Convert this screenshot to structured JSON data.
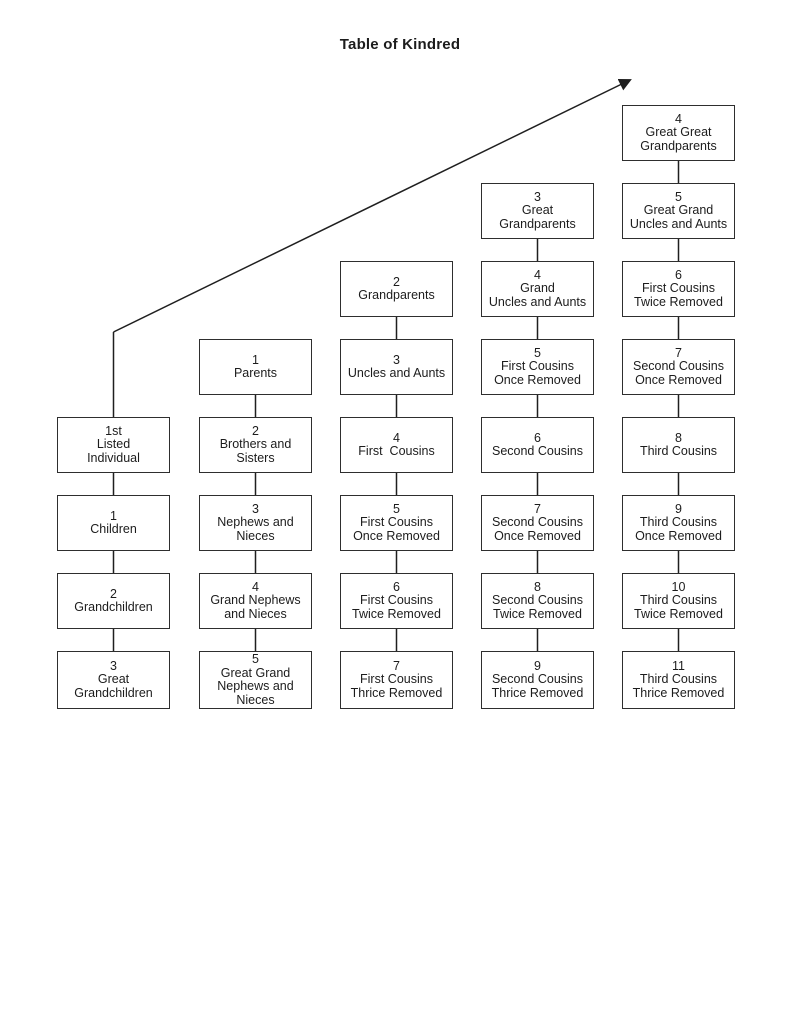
{
  "title": "Table of Kindred",
  "colors": {
    "line": "#1f1f1f",
    "box_border": "#2e2e2e",
    "text": "#1c1c1c",
    "background": "#ffffff"
  },
  "diagram": {
    "boxes": {
      "c1r5": "1st\nListed\nIndividual",
      "c1r6": "1\nChildren",
      "c1r7": "2\nGrandchildren",
      "c1r8": "3\nGreat\nGrandchildren",
      "c2r4": "1\nParents",
      "c2r5": "2\nBrothers and\nSisters",
      "c2r6": "3\nNephews and\nNieces",
      "c2r7": "4\nGrand Nephews\nand Nieces",
      "c2r8": "5\nGreat Grand\nNephews and\nNieces",
      "c3r3": "2\nGrandparents",
      "c3r4": "3\nUncles and Aunts",
      "c3r5": "4\nFirst  Cousins",
      "c3r6": "5\nFirst Cousins\nOnce Removed",
      "c3r7": "6\nFirst Cousins\nTwice Removed",
      "c3r8": "7\nFirst Cousins\nThrice Removed",
      "c4r2": "3\nGreat\nGrandparents",
      "c4r3": "4\nGrand\nUncles and Aunts",
      "c4r4": "5\nFirst Cousins\nOnce Removed",
      "c4r5": "6\nSecond Cousins",
      "c4r6": "7\nSecond Cousins\nOnce Removed",
      "c4r7": "8\nSecond Cousins\nTwice Removed",
      "c4r8": "9\nSecond Cousins\nThrice Removed",
      "c5r1": "4\nGreat Great\nGrandparents",
      "c5r2": "5\nGreat Grand\nUncles and Aunts",
      "c5r3": "6\nFirst Cousins\nTwice Removed",
      "c5r4": "7\nSecond Cousins\nOnce Removed",
      "c5r5": "8\nThird Cousins",
      "c5r6": "9\nThird Cousins\nOnce Removed",
      "c5r7": "10\nThird Cousins\nTwice Removed",
      "c5r8": "11\nThird Cousins\nThrice Removed"
    }
  }
}
